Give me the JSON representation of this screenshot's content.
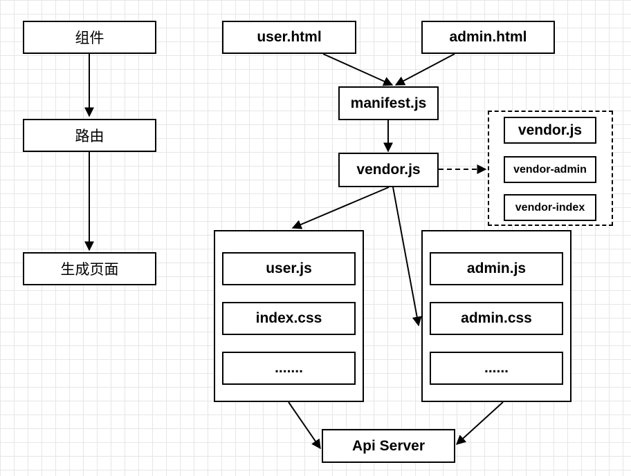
{
  "left_flow": {
    "component": "组件",
    "router": "路由",
    "generate_page": "生成页面"
  },
  "entries": {
    "user_html": "user.html",
    "admin_html": "admin.html"
  },
  "manifest": "manifest.js",
  "vendor": "vendor.js",
  "vendor_group": {
    "vendor_js": "vendor.js",
    "vendor_admin": "vendor-admin",
    "vendor_index": "vendor-index"
  },
  "user_bundle": {
    "user_js": "user.js",
    "index_css": "index.css",
    "more": "......."
  },
  "admin_bundle": {
    "admin_js": "admin.js",
    "admin_css": "admin.css",
    "more": "......"
  },
  "api_server": "Api Server"
}
